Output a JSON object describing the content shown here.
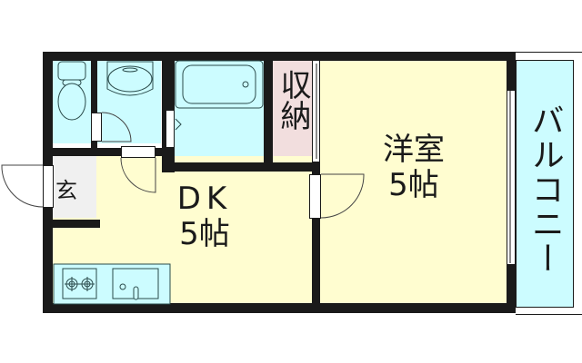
{
  "floorplan": {
    "rooms": {
      "western_room": {
        "name": "洋室",
        "size": "5帖"
      },
      "dk": {
        "name": "DK",
        "size": "5帖"
      },
      "storage": {
        "name": "収納"
      },
      "entrance": {
        "name": "玄"
      },
      "balcony": {
        "name": "バルコニー"
      }
    },
    "fixtures": [
      "toilet",
      "washbasin",
      "bathtub",
      "stove",
      "sink"
    ]
  },
  "colors": {
    "wall": "#1a1a1a",
    "wet_area": "#ccfcff",
    "living": "#fffdd0",
    "storage": "#f2dede",
    "entrance": "#f0f0f0",
    "balcony": "#ccfcff"
  }
}
